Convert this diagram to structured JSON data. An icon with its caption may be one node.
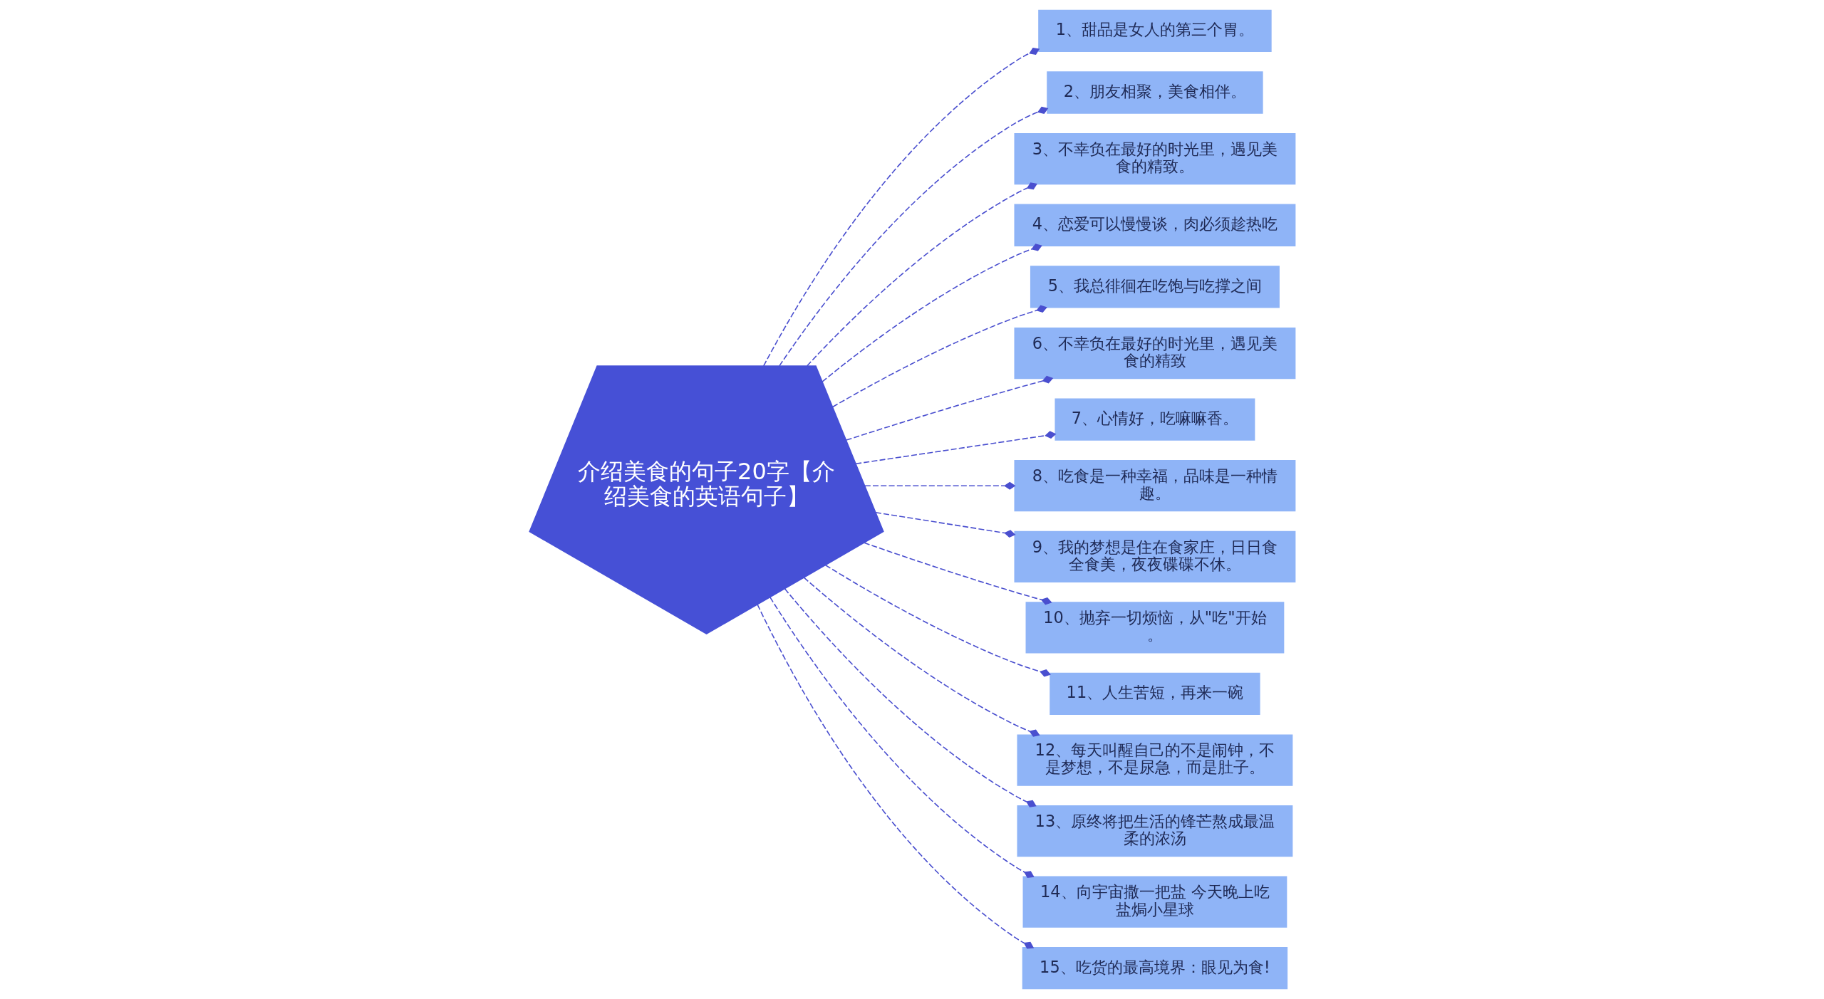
{
  "diagram": {
    "nodes": [
      {
        "text": [
          "介绍美食的句子20字【介绍美食的英语句子】"
        ]
      },
      {
        "text": [
          "1、甜品是女人的第三个胃。"
        ]
      },
      {
        "text": [
          "2、朋友相聚，美食相伴。"
        ]
      },
      {
        "text": [
          "3、不幸负在最好的时光里，遇见美食的精致。"
        ]
      },
      {
        "text": [
          "4、恋爱可以慢慢谈，肉必须趁热吃"
        ]
      },
      {
        "text": [
          "5、我总徘徊在吃饱与吃撑之间"
        ]
      },
      {
        "text": [
          "6、不幸负在最好的时光里，遇见美食的精致"
        ]
      },
      {
        "text": [
          "7、心情好，吃嘛嘛香。"
        ]
      },
      {
        "text": [
          "8、吃食是一种幸福，品味是一种情趣。"
        ]
      },
      {
        "text": [
          "9、我的梦想是住在食家庄，日日食全食美，夜夜碟碟不休。"
        ]
      },
      {
        "text": [
          "10、抛弃一切烦恼，从\"吃\"开始。"
        ]
      },
      {
        "text": [
          "11、人生苦短，再来一碗"
        ]
      },
      {
        "text": [
          "12、每天叫醒自己的不是闹钟，不是梦想，不是尿急，而是肚子。"
        ]
      },
      {
        "text": [
          "13、原终将把生活的锋芒熬成最温柔的浓汤"
        ]
      },
      {
        "text": [
          "14、向宇宙撒一把盐 今天晚上吃盐焗小星球"
        ]
      },
      {
        "text": [
          "15、吃货的最高境界：眼见为食!"
        ]
      }
    ],
    "edges": [
      {
        "from": 0,
        "to": 1,
        "arrow": "other",
        "style": "dashed"
      },
      {
        "from": 0,
        "to": 2,
        "arrow": "other",
        "style": "dashed"
      },
      {
        "from": 0,
        "to": 3,
        "arrow": "other",
        "style": "dashed"
      },
      {
        "from": 0,
        "to": 4,
        "arrow": "other",
        "style": "dashed"
      },
      {
        "from": 0,
        "to": 5,
        "arrow": "other",
        "style": "dashed"
      },
      {
        "from": 0,
        "to": 6,
        "arrow": "other",
        "style": "dashed"
      },
      {
        "from": 0,
        "to": 7,
        "arrow": "other",
        "style": "dashed"
      },
      {
        "from": 0,
        "to": 8,
        "arrow": "other",
        "style": "dashed"
      },
      {
        "from": 0,
        "to": 9,
        "arrow": "other",
        "style": "dashed"
      },
      {
        "from": 0,
        "to": 10,
        "arrow": "other",
        "style": "dashed"
      },
      {
        "from": 0,
        "to": 11,
        "arrow": "other",
        "style": "dashed"
      },
      {
        "from": 0,
        "to": 12,
        "arrow": "other",
        "style": "dashed"
      },
      {
        "from": 0,
        "to": 13,
        "arrow": "other",
        "style": "dashed"
      },
      {
        "from": 0,
        "to": 14,
        "arrow": "other",
        "style": "dashed"
      },
      {
        "from": 0,
        "to": 15,
        "arrow": "other",
        "style": "dashed"
      }
    ]
  }
}
